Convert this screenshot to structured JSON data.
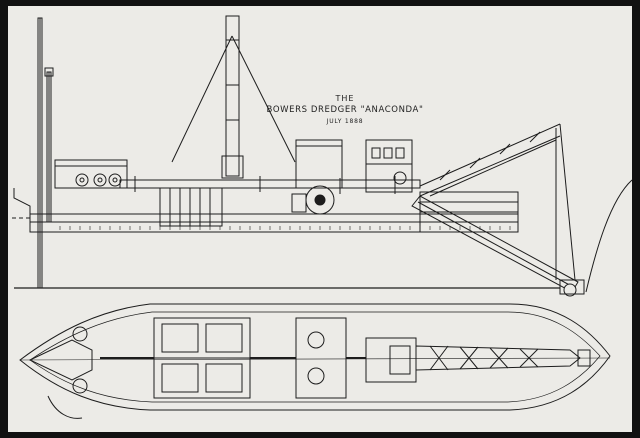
{
  "title": {
    "line1": "THE",
    "line2": "BOWERS DREDGER \"ANACONDA\"",
    "line3": "JULY 1888"
  },
  "colors": {
    "paper": "#ecebe7",
    "ink": "#1d1d1d",
    "border": "#111111"
  }
}
